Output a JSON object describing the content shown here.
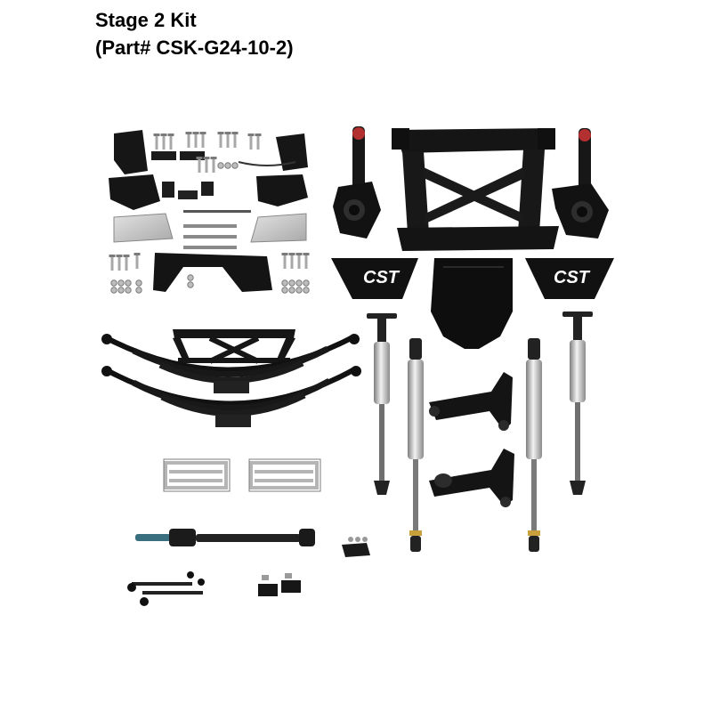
{
  "heading": {
    "line1": "Stage 2 Kit",
    "line2": "(Part# CSK-G24-10-2)"
  },
  "skid_plate_logo": "CST",
  "colors": {
    "background": "#ffffff",
    "steel_black": "#151515",
    "shock_silver": "#c8c8c8",
    "zinc": "#b9b9b9",
    "gold_ring": "#c8a03c"
  }
}
